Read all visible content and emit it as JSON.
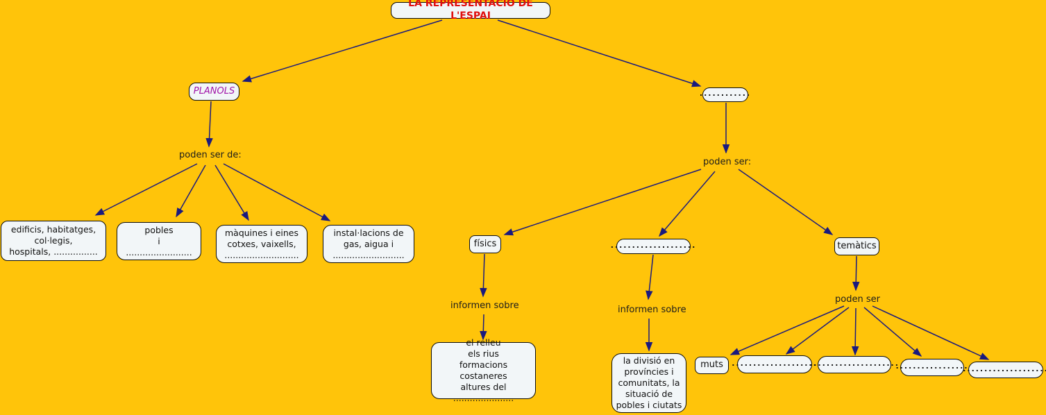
{
  "app": {
    "type": "concept-map",
    "topic": "LA REPRESENTACIO DE L'ESPAI"
  },
  "colors": {
    "background": "#FFC40A",
    "node_fill": "#F2F6F8",
    "node_border": "#0A0A0A",
    "arrow": "#1A1A7E",
    "title_text": "#E00E0E",
    "planols_text": "#A014A8",
    "text": "#101010"
  },
  "nodes": {
    "title": "LA REPRESENTACIO DE L'ESPAI",
    "planols": "PLANOLS",
    "mapes_blank": "............",
    "edificis": "edificis, habitatges,\ncol·legis,\nhospitals, ................",
    "pobles": "pobles\ni\n........................",
    "maquines": "màquines i eines\ncotxes, vaixells,\n...........................",
    "installacions": "instal·lacions de\ngas, aigua i\n..........................",
    "fisics": "físics",
    "politics_blank": "....................",
    "tematics": "temàtics",
    "relleu": "el relleu\nels rius\nformacions costaneres\naltures del\n......................",
    "divisio": "la divisió en\nprovíncies i\ncomunitats, la\nsituació de\npobles i ciutats",
    "muts": "muts",
    "blank1": "....................",
    "blank2": ".....................",
    "blank3": ".................",
    "blank4": "...................."
  },
  "labels": {
    "poden_ser_de": "poden ser de:",
    "poden_ser_tipus": "poden ser:",
    "informen_sobre_fisics": "informen sobre",
    "informen_sobre_politics": "informen sobre",
    "poden_ser_tematics": "poden ser"
  }
}
